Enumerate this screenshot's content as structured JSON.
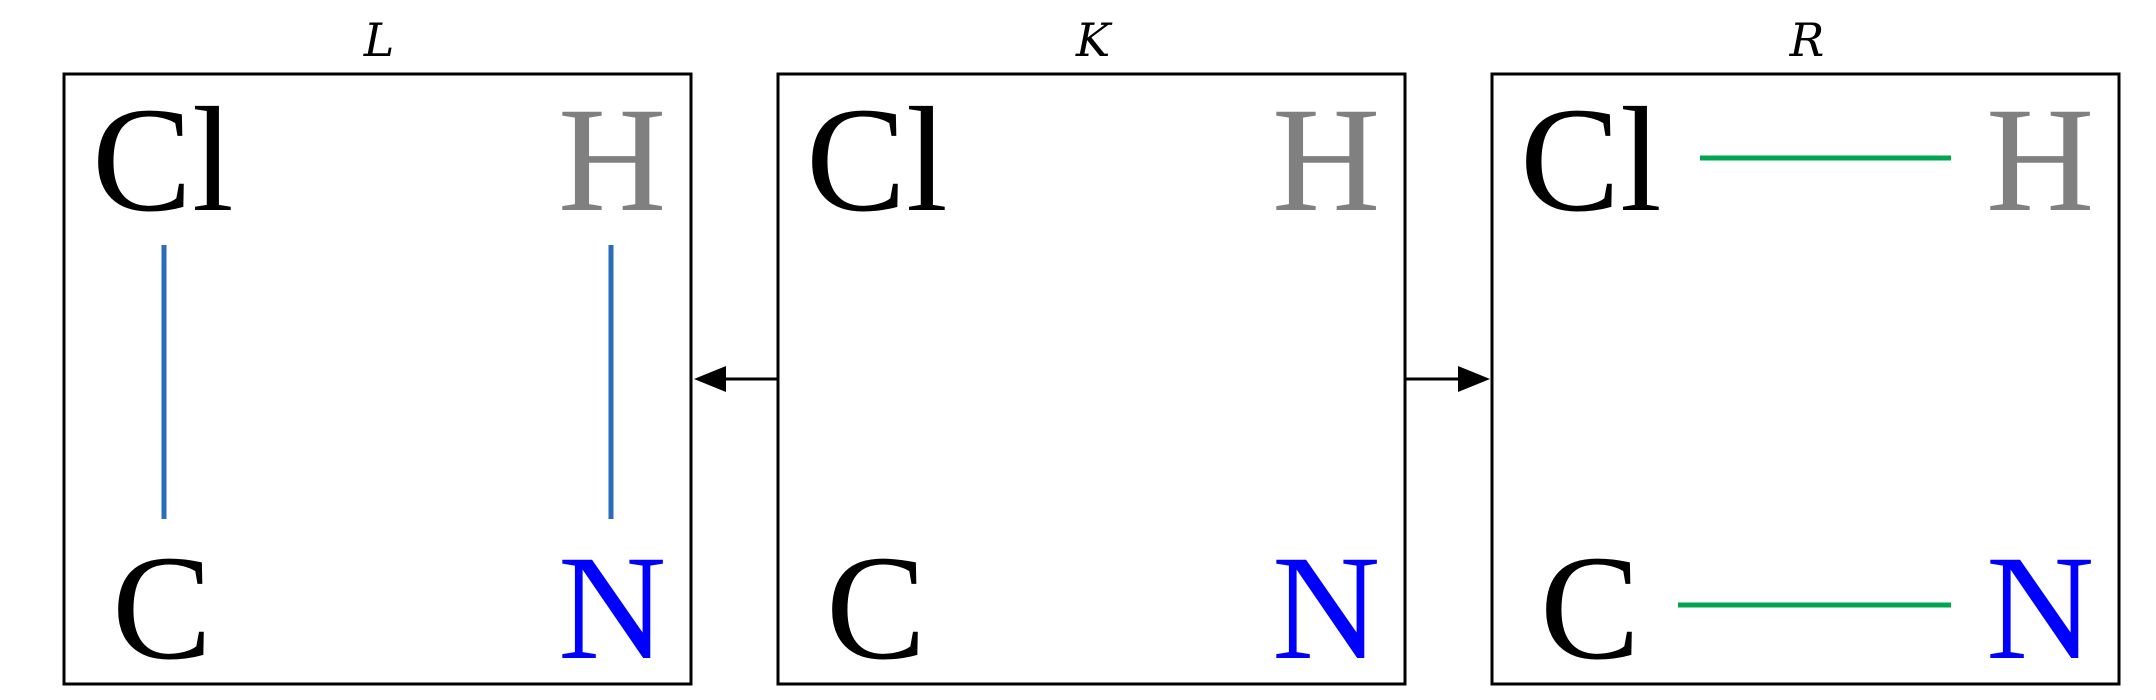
{
  "colors": {
    "box": "#000000",
    "black_atom": "#000000",
    "hydrogen": "#808080",
    "nitrogen": "#0000ff",
    "left_bond": "#2a6ebb",
    "right_bond": "#00a550",
    "arrow": "#000000"
  },
  "panels": [
    {
      "title": "L",
      "atoms": {
        "top_left": "Cl",
        "top_right": "H",
        "bottom_left": "C",
        "bottom_right": "N"
      }
    },
    {
      "title": "K",
      "atoms": {
        "top_left": "Cl",
        "top_right": "H",
        "bottom_left": "C",
        "bottom_right": "N"
      }
    },
    {
      "title": "R",
      "atoms": {
        "top_left": "Cl",
        "top_right": "H",
        "bottom_left": "C",
        "bottom_right": "N"
      }
    }
  ],
  "arrows": [
    "left",
    "right"
  ]
}
